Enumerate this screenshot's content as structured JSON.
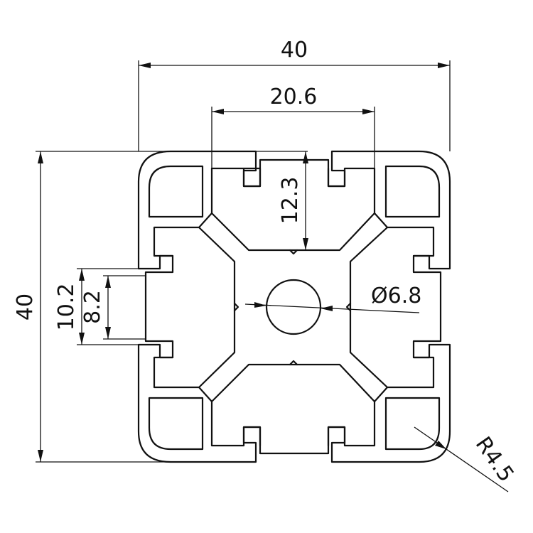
{
  "drawing": {
    "dimensions": {
      "overall_width": "40",
      "slot_width": "20.6",
      "slot_depth": "12.3",
      "overall_height": "40",
      "slot_outer": "10.2",
      "slot_inner": "8.2",
      "center_bore": "Ø6.8",
      "corner_radius": "R4.5"
    }
  }
}
